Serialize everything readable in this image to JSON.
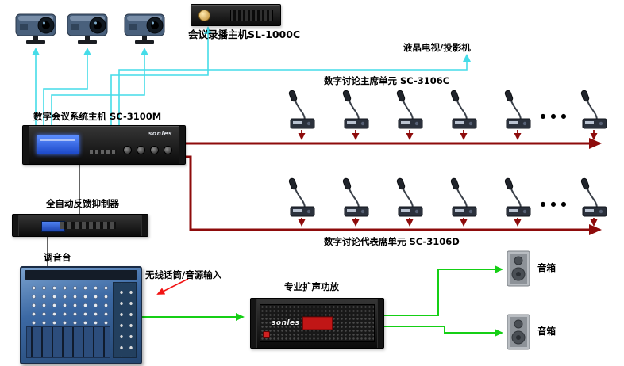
{
  "colors": {
    "video-line": "#45dce8",
    "bus-line": "#8e0b0b",
    "audio-line": "#15cf15",
    "input-arrow": "#f21414"
  },
  "brand": "sonles",
  "dots": "●●●",
  "labels": {
    "recorder": "会议录播主机SL-1000C",
    "display": "液晶电视/投影机",
    "chairman_units": "数字讨论主席单元 SC-3106C",
    "main_host": "数字会议系统主机 SC-3100M",
    "feedback_suppressor": "全自动反馈抑制器",
    "mixer": "调音台",
    "wireless_input": "无线话筒/音源输入",
    "amplifier": "专业扩声功放",
    "delegate_units": "数字讨论代表席单元 SC-3106D",
    "speaker_top": "音箱",
    "speaker_bottom": "音箱"
  }
}
